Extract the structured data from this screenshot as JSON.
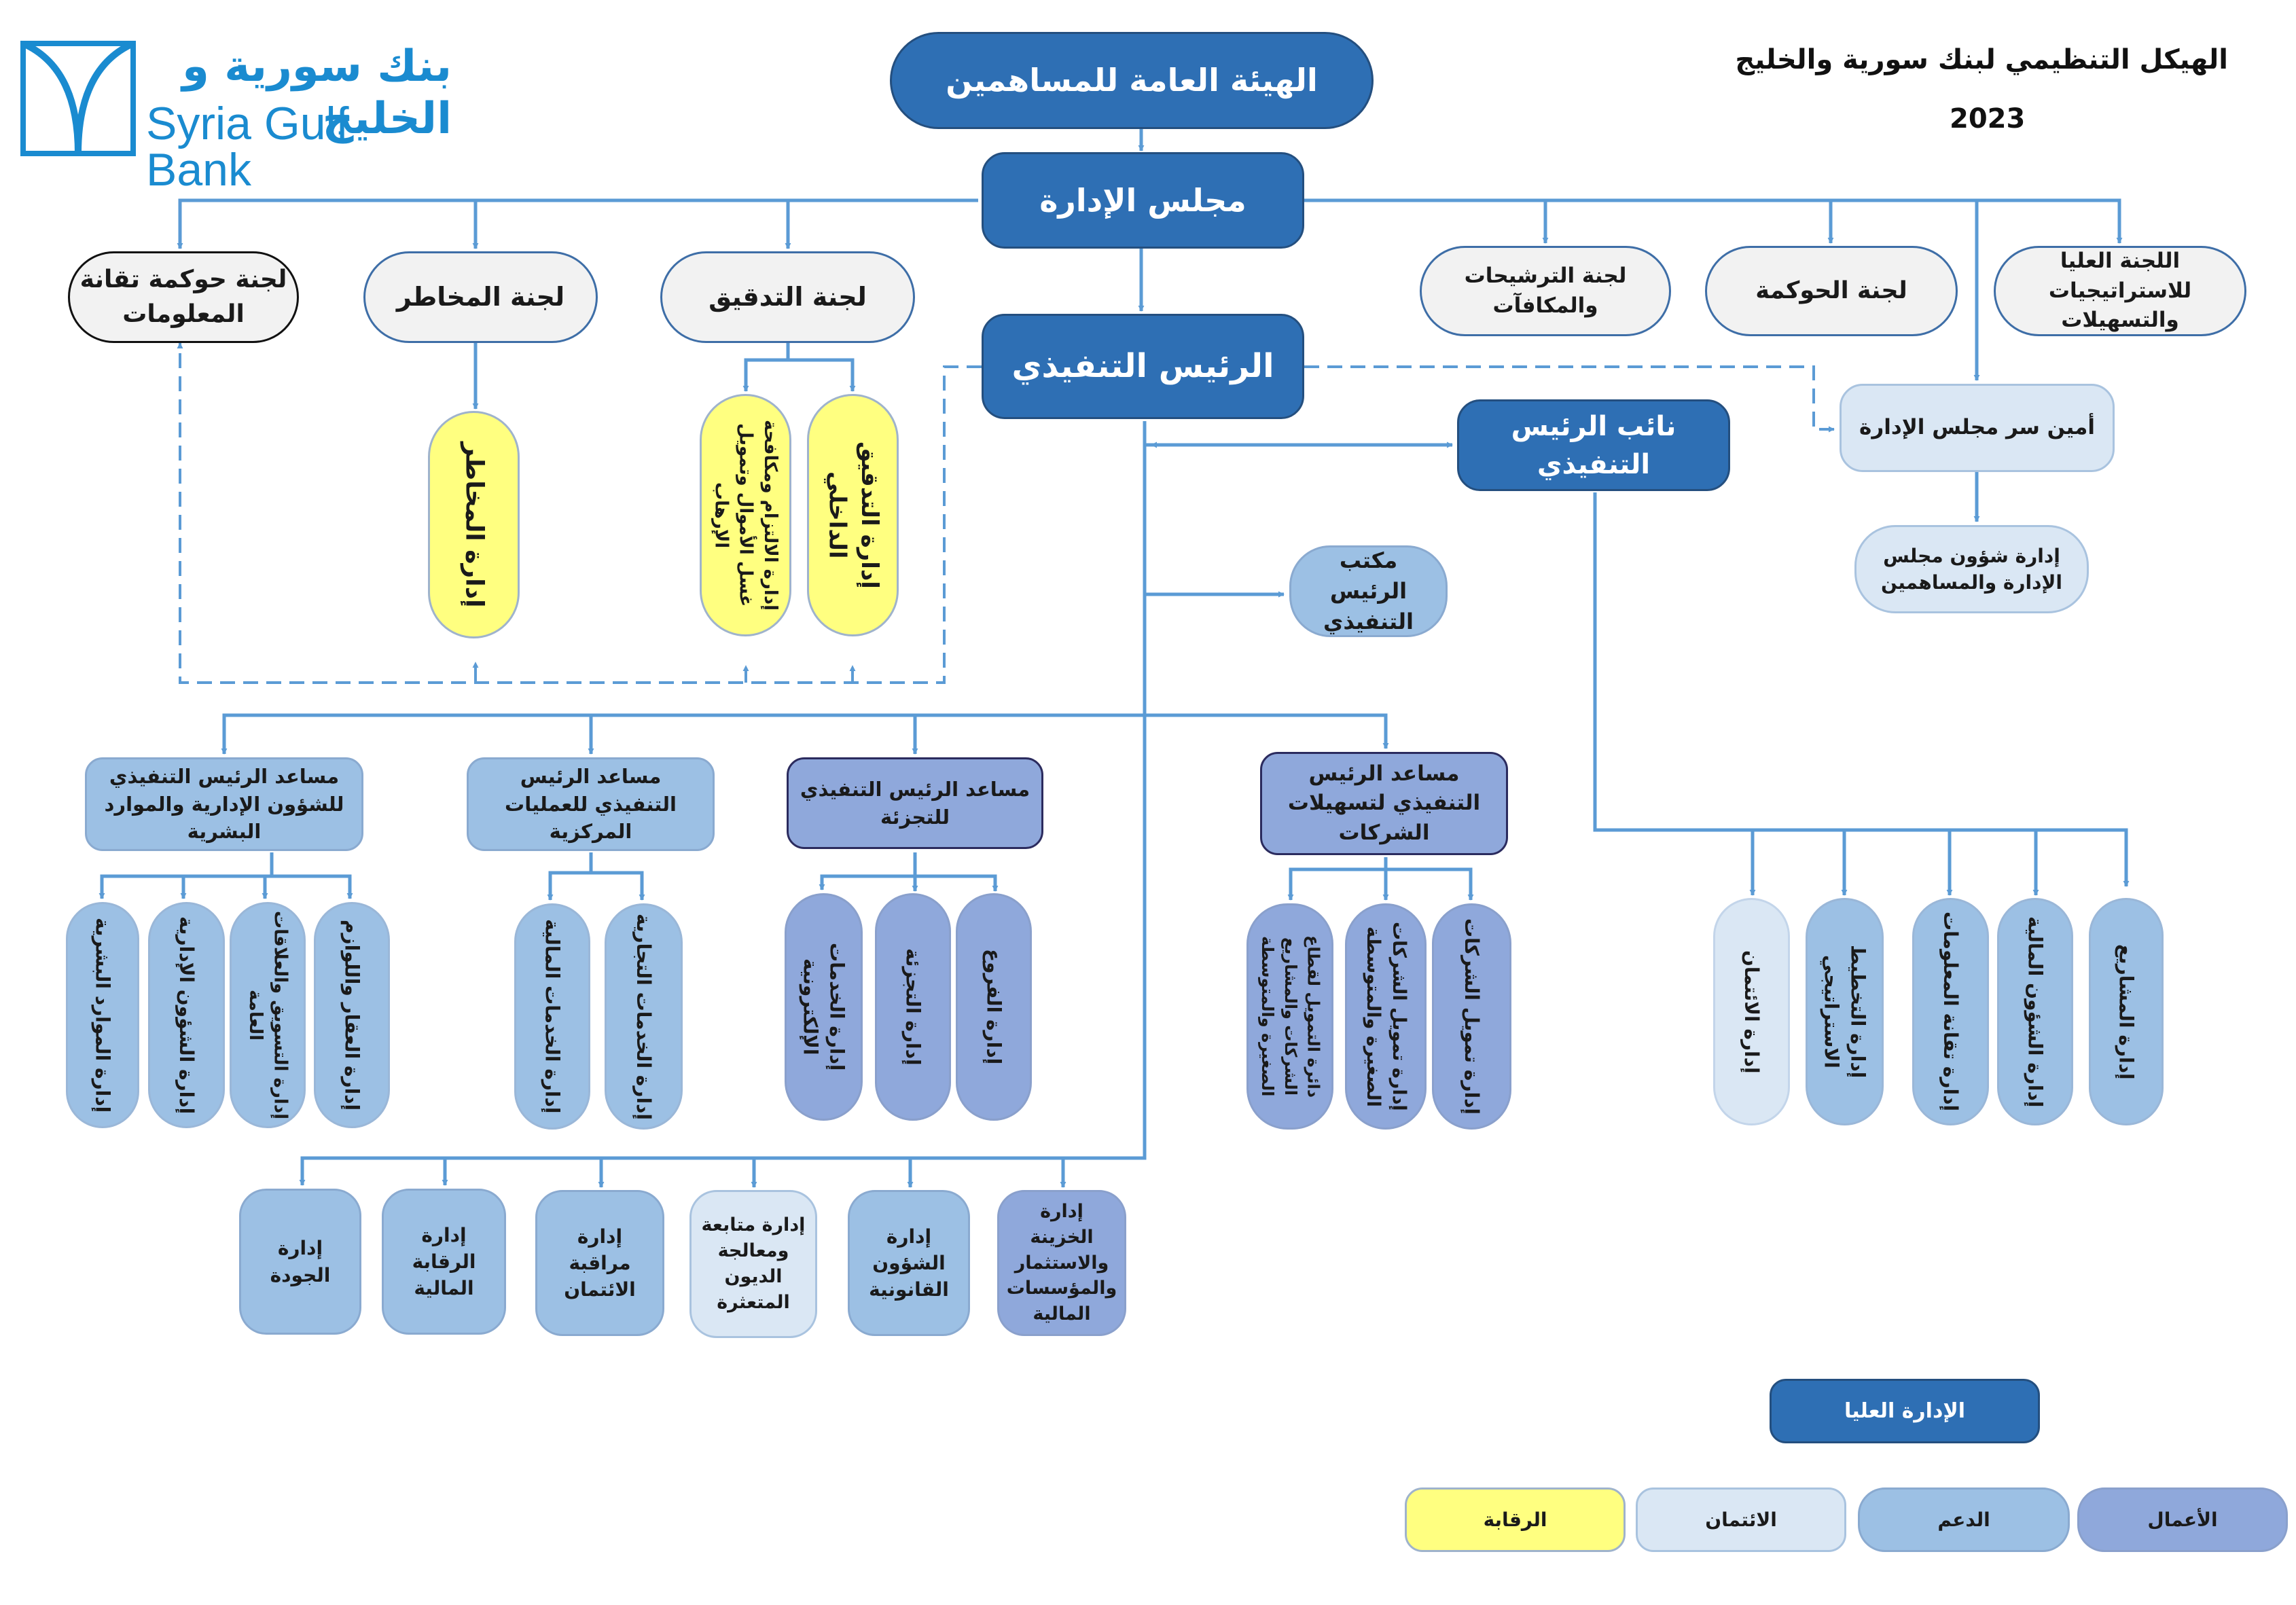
{
  "header": {
    "title": "الهيكل التنظيمي لبنك سورية والخليج",
    "year": "2023"
  },
  "logo": {
    "arabic": "بنك سورية و الخليج",
    "english": "Syria Gulf Bank",
    "color": "#1a8bd0"
  },
  "colors": {
    "exec": "#2e6fb4",
    "committee": "#f2f2f2",
    "control": "#ffff80",
    "support": "#9cc0e4",
    "secretariat": "#dae7f4",
    "business": "#8fa8db",
    "connector": "#5b9bd5"
  },
  "top": {
    "general_assembly": "الهيئة العامة للمساهمين",
    "board": "مجلس الإدارة",
    "ceo": "الرئيس التنفيذي",
    "deputy_ceo": "نائب الرئيس التنفيذي",
    "ceo_office": "مكتب الرئيس التنفيذي"
  },
  "committees": {
    "it_governance": "لجنة حوكمة تقانة المعلومات",
    "risks": "لجنة المخاطر",
    "audit": "لجنة التدقيق",
    "nominations": "لجنة الترشيحات والمكافآت",
    "governance": "لجنة الحوكمة",
    "strategy": "اللجنة العليا للاستراتيجيات والتسهيلات"
  },
  "board_support": {
    "secretary": "أمين سر مجلس الإدارة",
    "affairs": "إدارة شؤون مجلس الإدارة والمساهمين"
  },
  "control_units": {
    "risk_mgmt": "إدارة المخاطر",
    "aml": "إدارة الالتزام ومكافحة غسل الأموال وتمويل الإرهاب",
    "internal_audit": "إدارة التدقيق الداخلي"
  },
  "assistants": {
    "admin_hr": {
      "title": "مساعد الرئيس التنفيذي للشؤون الإدارية والموارد البشرية",
      "units": [
        "إدارة الموارد البشرية",
        "إدارة الشؤون الإدارية",
        "إدارة التسويق والعلاقات العامة",
        "إدارة العقار واللوازم"
      ]
    },
    "operations": {
      "title": "مساعد الرئيس التنفيذي للعمليات المركزية",
      "units": [
        "إدارة الخدمات المالية",
        "إدارة الخدمات التجارية"
      ]
    },
    "retail": {
      "title": "مساعد الرئيس التنفيذي للتجزئة",
      "units": [
        "إدارة الخدمات الإلكترونية",
        "إدارة التجزئة",
        "إدارة الفروع"
      ]
    },
    "corporate": {
      "title": "مساعد الرئيس التنفيذي لتسهيلات الشركات",
      "units": [
        "دائرة التمويل لقطاع الشركات والمشاريع الصغيرة والمتوسطة",
        "إدارة تمويل الشركات الصغيرة والمتوسطة",
        "إدارة تمويل الشركات"
      ]
    }
  },
  "deputy_units": [
    "إدارة الائتمان",
    "إدارة التخطيط الاستراتيجي",
    "إدارة تقانة المعلومات",
    "إدارة الشؤون المالية",
    "إدارة المشاريع"
  ],
  "ceo_units": [
    "إدارة الجودة",
    "إدارة الرقابة المالية",
    "إدارة مراقبة الائتمان",
    "إدارة متابعة ومعالجة الديون المتعثرة",
    "إدارة الشؤون القانونية",
    "إدارة الخزينة والاستثمار والمؤسسات المالية"
  ],
  "legend": {
    "senior": "الإدارة العليا",
    "control": "الرقابة",
    "credit": "الائتمان",
    "support": "الدعم",
    "business": "الأعمال"
  }
}
